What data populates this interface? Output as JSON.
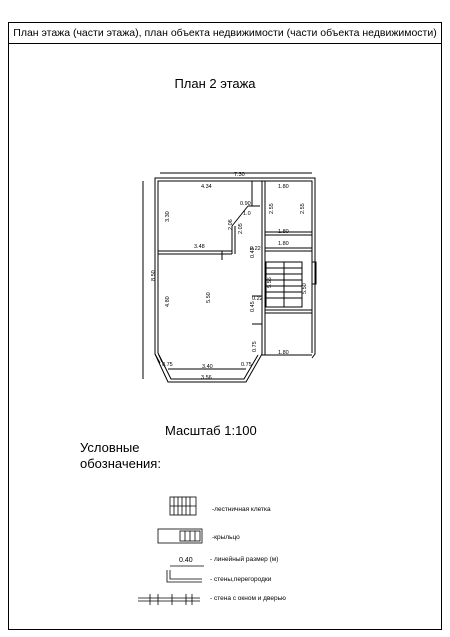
{
  "header": {
    "title": "План этажа (части этажа), план объекта недвижимости (части объекта недвижимости)"
  },
  "plan": {
    "title": "План  2 этажа",
    "dimensions": {
      "top_width": "7.30",
      "left_room_width": "4.34",
      "small_room_top": "1.80",
      "corridor_width": "0.90",
      "corridor_label": "1.0",
      "small_room_height": "2.55",
      "small_room_bottom": "1.80",
      "left_room_height": "3.30",
      "diag_height": "2.06",
      "corridor_height": "2.05",
      "upper_room_bottom": "3.48",
      "stair_top": "1.80",
      "stair_gap_top": "0.22",
      "stair_gap_side": "0.43",
      "overall_height": "8.50",
      "main_room_height": "4.80",
      "main_room_width": "5.50",
      "stair_height": "5.55",
      "stair_height2": "5.50",
      "stair_gap_mid": "0.22",
      "stair_gap_mid_side": "0.45",
      "bay_left": "0.75",
      "bay_right": "0.75",
      "bay_right_side": "0.75",
      "bottom_room_width": "1.80",
      "bay_inner": "3.40",
      "bay_outer": "3.56"
    }
  },
  "scale": {
    "label": "Масштаб 1:100"
  },
  "legend": {
    "title_line1": "Условные",
    "title_line2": "обозначения:",
    "items": {
      "stair": "-лестничная клетка",
      "porch": "-крыльцо",
      "linear_size_value": "0.40",
      "linear_size": "- линейный размер (м)",
      "walls": "-  стены,перегородки",
      "wall_window_door": "-  стена с окном  и дверью"
    }
  }
}
